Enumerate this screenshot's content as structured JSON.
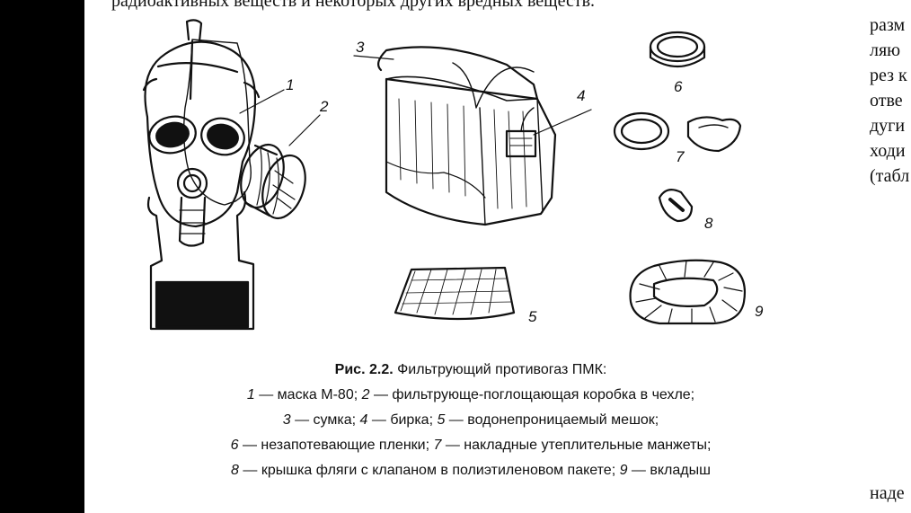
{
  "top_line": "радиоактивных веществ и некоторых других вредных веществ.",
  "right_column": [
    "разм",
    "ляю",
    "рез к",
    "отве",
    "дуги",
    "ходи",
    "(табл"
  ],
  "bottom_right": "наде",
  "figure": {
    "labels": [
      "1",
      "2",
      "3",
      "4",
      "5",
      "6",
      "7",
      "8",
      "9"
    ],
    "caption": {
      "title_bold": "Рис. 2.2.",
      "title_rest": " Фильтрующий противогаз ПМК:",
      "lines": [
        [
          {
            "n": "1",
            "t": " — маска М-80; "
          },
          {
            "n": "2",
            "t": " — фильтрующе-поглощающая коробка в чехле;"
          }
        ],
        [
          {
            "n": "3",
            "t": " — сумка; "
          },
          {
            "n": "4",
            "t": " — бирка; "
          },
          {
            "n": "5",
            "t": " — водонепроницаемый мешок;"
          }
        ],
        [
          {
            "n": "6",
            "t": " — незапотевающие пленки; "
          },
          {
            "n": "7",
            "t": " — накладные утеплительные манжеты;"
          }
        ],
        [
          {
            "n": "8",
            "t": " — крышка фляги с клапаном в полиэтиленовом пакете; "
          },
          {
            "n": "9",
            "t": " — вкладыш"
          }
        ]
      ]
    }
  }
}
